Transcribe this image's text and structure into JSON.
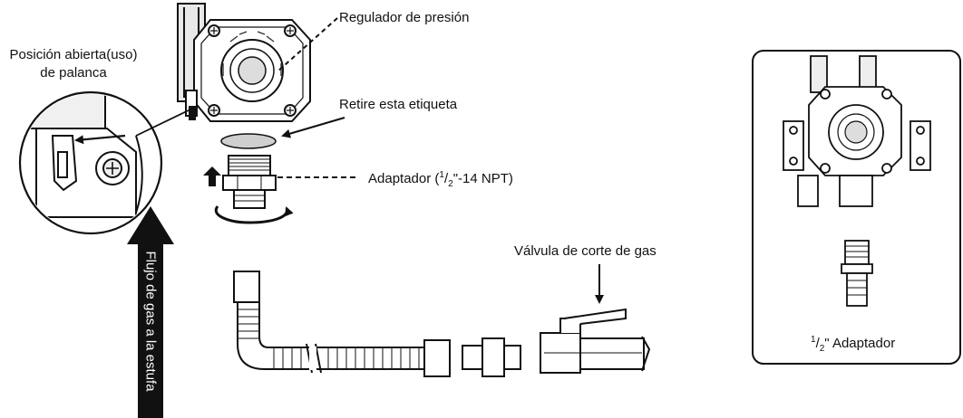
{
  "labels": {
    "regulator": "Regulador de presión",
    "lever_line1": "Posición abierta(uso)",
    "lever_line2": "de palanca",
    "remove_label": "Retire esta etiqueta",
    "adapter_prefix": "Adaptador (",
    "adapter_num": "1",
    "adapter_den": "2",
    "adapter_suffix": "\"-14 NPT)",
    "shutoff_valve": "Válvula de corte de gas",
    "gas_flow": "Flujo de gas a la estufa",
    "inset_num": "1",
    "inset_den": "2",
    "inset_suffix": "\" Adaptador"
  },
  "colors": {
    "ink": "#111111",
    "background": "#ffffff",
    "shade": "#d9d9d9"
  }
}
